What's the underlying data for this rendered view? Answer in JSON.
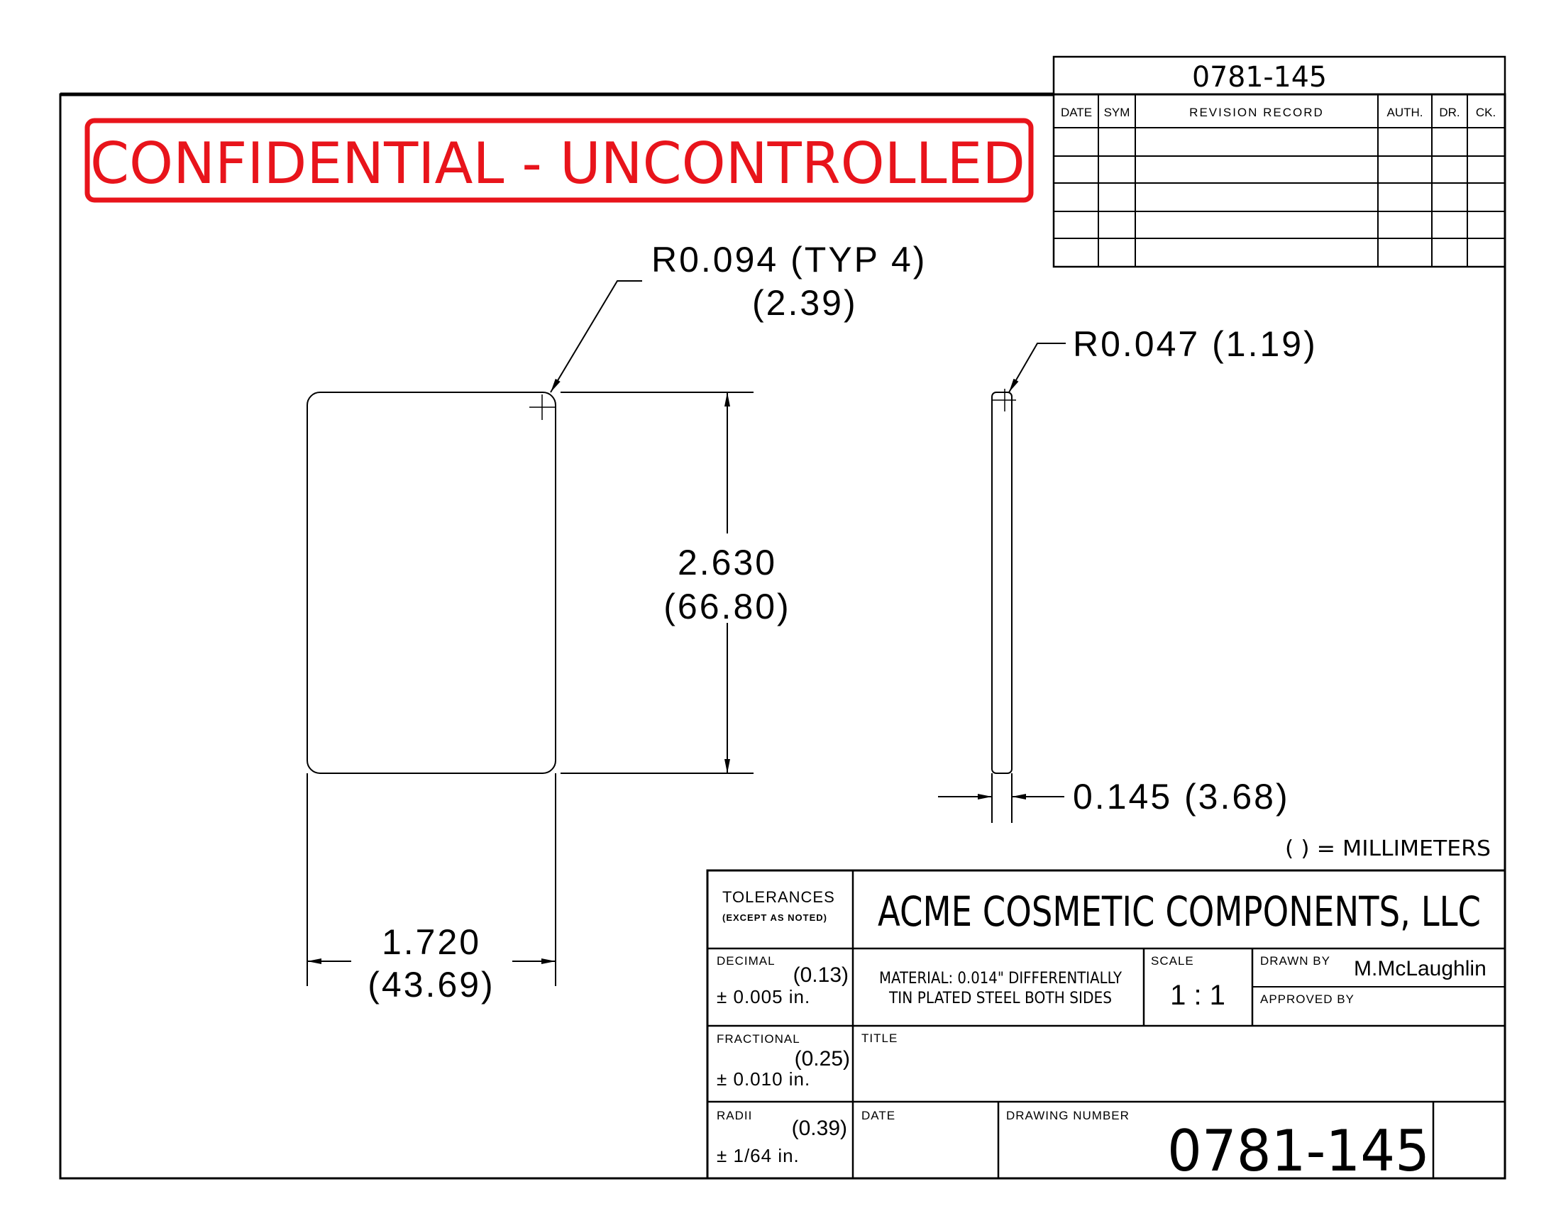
{
  "banner": {
    "text": "CONFIDENTIAL - UNCONTROLLED",
    "color": "#e8141b"
  },
  "revision_block": {
    "drawing_number": "0781-145",
    "columns": [
      "DATE",
      "SYM",
      "REVISION RECORD",
      "AUTH.",
      "DR.",
      "CK."
    ],
    "row_count": 5
  },
  "front_view": {
    "radius_note_line1": "R0.094 (TYP 4)",
    "radius_note_line2": "(2.39)",
    "height_in": "2.630",
    "height_mm": "(66.80)",
    "width_in": "1.720",
    "width_mm": "(43.69)"
  },
  "side_view": {
    "radius_note": "R0.047 (1.19)",
    "thickness_note": "0.145 (3.68)"
  },
  "units_note": "( ) = MILLIMETERS",
  "title_block": {
    "tolerances_label": "TOLERANCES",
    "tolerances_sub": "(EXCEPT AS NOTED)",
    "company": "ACME COSMETIC COMPONENTS, LLC",
    "decimal_label": "DECIMAL",
    "decimal_mm": "(0.13)",
    "decimal_tol": "± 0.005 in.",
    "fractional_label": "FRACTIONAL",
    "fractional_mm": "(0.25)",
    "fractional_tol": "± 0.010 in.",
    "radii_label": "RADII",
    "radii_mm": "(0.39)",
    "radii_tol": "± 1/64 in.",
    "material_line1": "MATERIAL: 0.014\" DIFFERENTIALLY",
    "material_line2": "TIN PLATED STEEL BOTH SIDES",
    "scale_label": "SCALE",
    "scale_value": "1 : 1",
    "drawn_by_label": "DRAWN BY",
    "drawn_by_value": "M.McLaughlin",
    "approved_by_label": "APPROVED BY",
    "title_label": "TITLE",
    "date_label": "DATE",
    "drawing_number_label": "DRAWING NUMBER",
    "drawing_number": "0781-145"
  }
}
